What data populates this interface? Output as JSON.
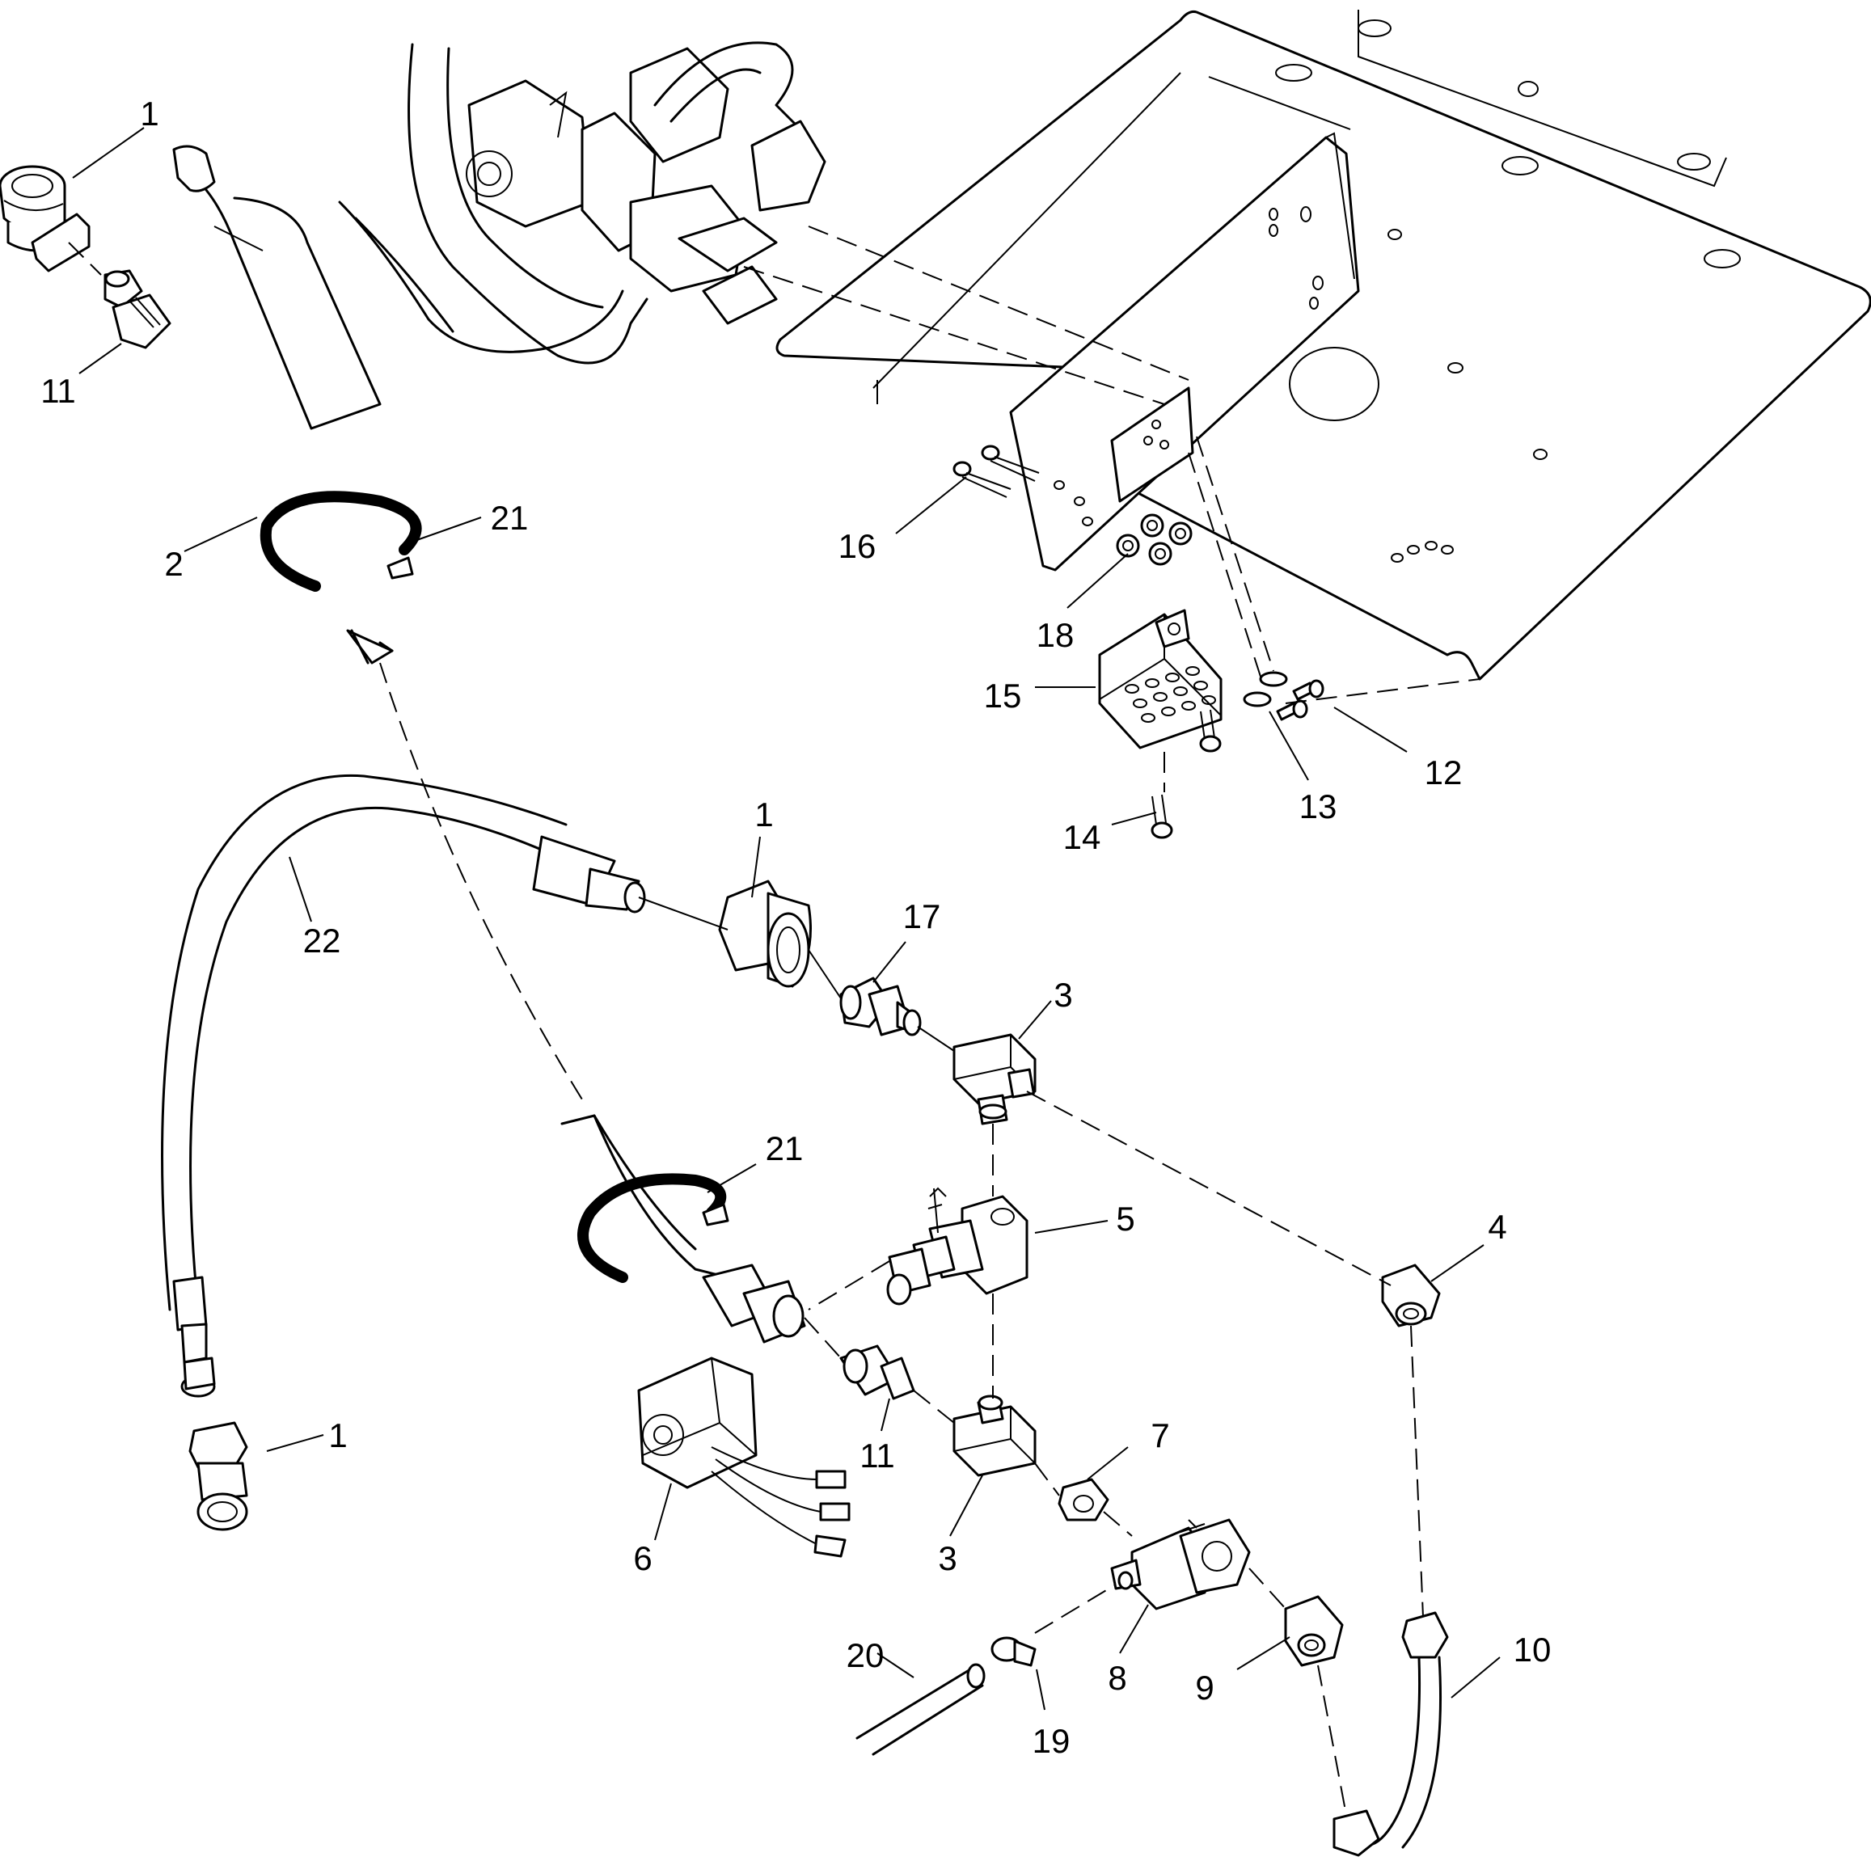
{
  "callouts": [
    {
      "id": "c1a",
      "text": "1"
    },
    {
      "id": "c11a",
      "text": "11"
    },
    {
      "id": "c2",
      "text": "2"
    },
    {
      "id": "c21a",
      "text": "21"
    },
    {
      "id": "c16",
      "text": "16"
    },
    {
      "id": "c18",
      "text": "18"
    },
    {
      "id": "c15",
      "text": "15"
    },
    {
      "id": "c12",
      "text": "12"
    },
    {
      "id": "c13",
      "text": "13"
    },
    {
      "id": "c14",
      "text": "14"
    },
    {
      "id": "c1b",
      "text": "1"
    },
    {
      "id": "c22",
      "text": "22"
    },
    {
      "id": "c17",
      "text": "17"
    },
    {
      "id": "c3a",
      "text": "3"
    },
    {
      "id": "c21b",
      "text": "21"
    },
    {
      "id": "c5",
      "text": "5"
    },
    {
      "id": "c4",
      "text": "4"
    },
    {
      "id": "c1c",
      "text": "1"
    },
    {
      "id": "c11b",
      "text": "11"
    },
    {
      "id": "c7",
      "text": "7"
    },
    {
      "id": "c6",
      "text": "6"
    },
    {
      "id": "c3b",
      "text": "3"
    },
    {
      "id": "c20",
      "text": "20"
    },
    {
      "id": "c8",
      "text": "8"
    },
    {
      "id": "c9",
      "text": "9"
    },
    {
      "id": "c10",
      "text": "10"
    },
    {
      "id": "c19",
      "text": "19"
    }
  ]
}
